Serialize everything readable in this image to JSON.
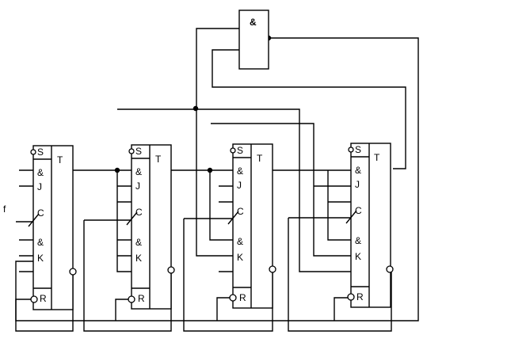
{
  "gate": {
    "symbol": "&"
  },
  "input_label": "f",
  "flipflops": [
    {
      "id": "ff1",
      "labels": {
        "s": "S",
        "t": "T",
        "and1": "&",
        "j": "J",
        "c": "C",
        "and2": "&",
        "k": "K",
        "r": "R"
      }
    },
    {
      "id": "ff2",
      "labels": {
        "s": "S",
        "t": "T",
        "and1": "&",
        "j": "J",
        "c": "C",
        "and2": "&",
        "k": "K",
        "r": "R"
      }
    },
    {
      "id": "ff3",
      "labels": {
        "s": "S",
        "t": "T",
        "and1": "&",
        "j": "J",
        "c": "C",
        "and2": "&",
        "k": "K",
        "r": "R"
      }
    },
    {
      "id": "ff4",
      "labels": {
        "s": "S",
        "t": "T",
        "and1": "&",
        "j": "J",
        "c": "C",
        "and2": "&",
        "k": "K",
        "r": "R"
      }
    }
  ]
}
